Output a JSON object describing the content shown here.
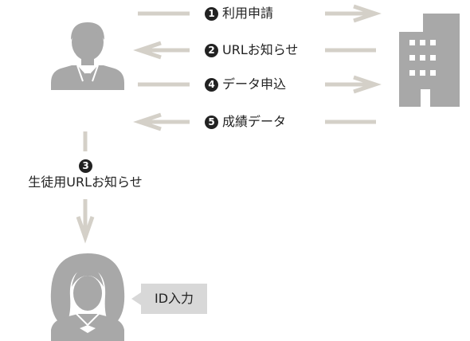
{
  "steps": [
    {
      "number": "1",
      "label": "利用申請"
    },
    {
      "number": "2",
      "label": "URLお知らせ"
    },
    {
      "number": "4",
      "label": "データ申込"
    },
    {
      "number": "5",
      "label": "成績データ"
    }
  ],
  "student_step": {
    "number": "3",
    "label": "生徒用URLお知らせ"
  },
  "student_action": {
    "label": "ID入力"
  },
  "colors": {
    "arrow": "#d4d0c8",
    "icon": "#a8a8a8",
    "badge": "#d8d8d8",
    "text": "#222222"
  },
  "icons": [
    "teacher-icon",
    "school-building-icon",
    "student-icon"
  ]
}
